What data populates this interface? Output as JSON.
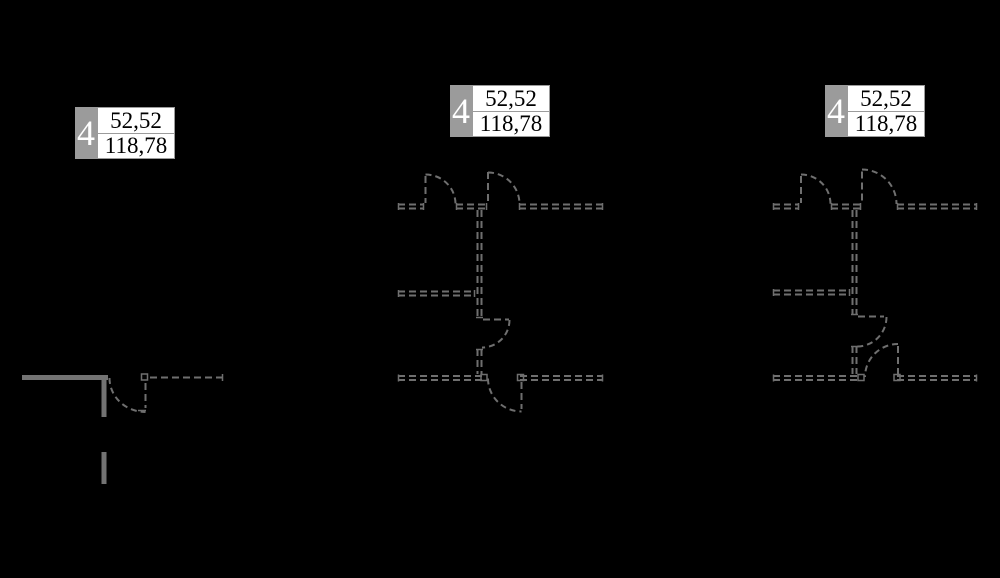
{
  "canvas": {
    "background": "#000000"
  },
  "colors": {
    "wall_solid": "#737373",
    "line_dashed": "#6f6f6f",
    "badge_square": "#9b9b9b",
    "badge_box_bg": "#ffffff",
    "badge_box_border": "#9b9b9b",
    "badge_number_color": "#ffffff",
    "badge_value_color": "#000000"
  },
  "plans": [
    {
      "name": "unit-left",
      "badge": {
        "number": "4",
        "value_top": "52,52",
        "value_bottom": "118,78"
      }
    },
    {
      "name": "unit-middle",
      "badge": {
        "number": "4",
        "value_top": "52,52",
        "value_bottom": "118,78"
      }
    },
    {
      "name": "unit-right",
      "badge": {
        "number": "4",
        "value_top": "52,52",
        "value_bottom": "118,78"
      }
    }
  ]
}
